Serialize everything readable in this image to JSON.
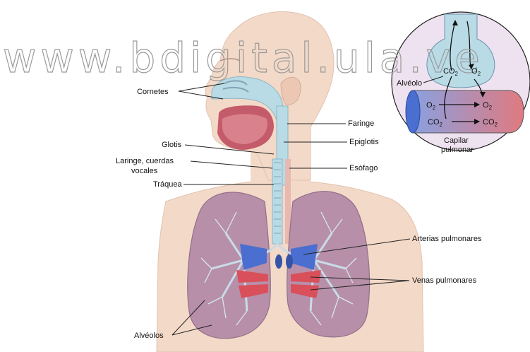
{
  "watermark": "www.bdigital.ula.ve",
  "labels": {
    "cornetes": "Cornetes",
    "faringe": "Faringe",
    "glotis": "Glotis",
    "epiglotis": "Epiglotis",
    "laringe_1": "Laringe, cuerdas",
    "laringe_2": "vocales",
    "esofago": "Esófago",
    "traquea": "Tráquea",
    "arterias": "Arterias pulmonares",
    "venas": "Venas pulmonares",
    "alveolos": "Alvéolos"
  },
  "inset": {
    "alveolo": "Alvéolo",
    "co2_top": "CO",
    "o2_top": "O",
    "o2_left": "O",
    "o2_right": "O",
    "co2_left": "CO",
    "co2_right": "CO",
    "subscript_2": "2",
    "capilar_1": "Capilar",
    "capilar_2": "pulmonar"
  },
  "colors": {
    "skin": "#f3d9c8",
    "airway": "#b9dbe6",
    "lung": "#b48ca8",
    "artery": "#4a6fd0",
    "vein": "#d9505a",
    "inset_bg": "#efe2f0"
  }
}
